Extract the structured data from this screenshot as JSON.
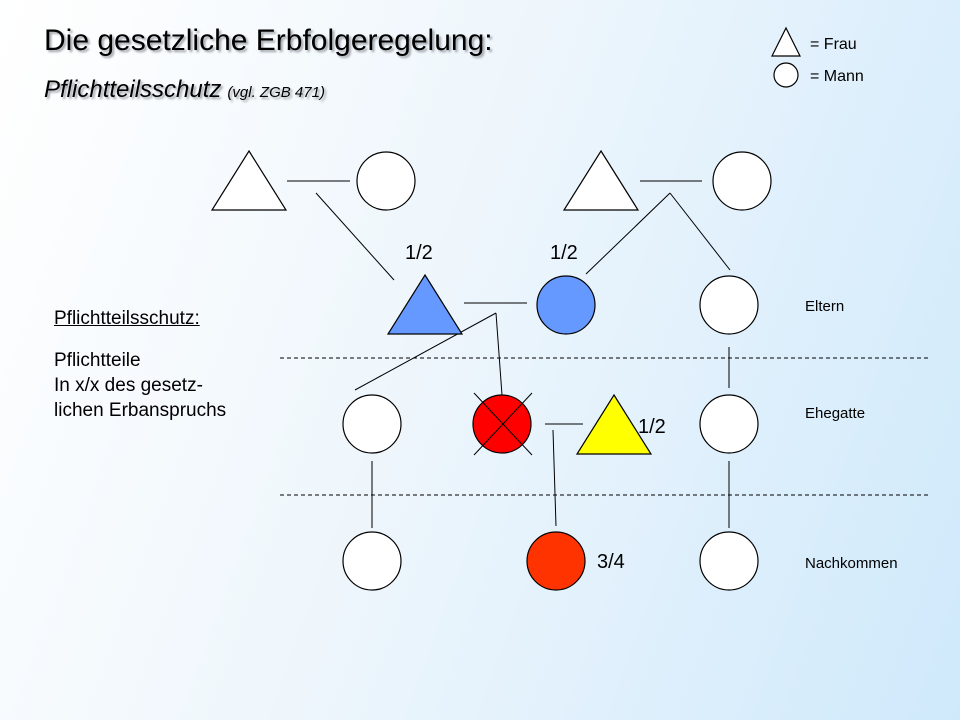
{
  "title": "Die gesetzliche Erbfolgeregelung:",
  "subtitle": "Pflichtteilsschutz",
  "subtitle_ref": "(vgl. ZGB 471)",
  "legend": {
    "woman": "= Frau",
    "man": "= Mann"
  },
  "side_heading": "Pflichtteilsschutz:",
  "side_lines": [
    "Pflichtteile",
    "In x/x des gesetz-",
    "lichen Erbanspruchs"
  ],
  "generation_labels": {
    "parents": "Eltern",
    "spouse": "Ehegatte",
    "descendants": "Nachkommen"
  },
  "fractions": {
    "mother": "1/2",
    "father": "1/2",
    "spouse": "1/2",
    "child": "3/4"
  },
  "colors": {
    "mother": "#6699ff",
    "father": "#6699ff",
    "deceased": "#ff0000",
    "spouse": "#ffff00",
    "child": "#ff3300",
    "empty": "#ffffff",
    "stroke": "#000000"
  }
}
